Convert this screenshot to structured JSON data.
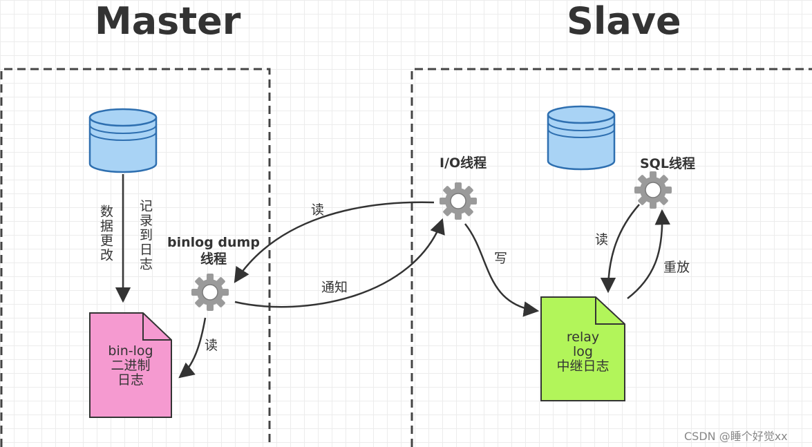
{
  "master": {
    "title": "Master",
    "edge_label_change": "数据更改",
    "edge_label_record": "记录到日志",
    "binlog_file_lines": [
      "bin-log",
      "二进制",
      "日志"
    ],
    "dump_thread_label": "binlog dump\n线程",
    "edge_label_read": "读"
  },
  "slave": {
    "title": "Slave",
    "io_thread_label": "I/O线程",
    "sql_thread_label": "SQL线程",
    "relay_file_lines": [
      "relay",
      "log",
      "中继日志"
    ],
    "edge_label_write": "写",
    "edge_label_read": "读",
    "edge_label_replay": "重放"
  },
  "cross": {
    "edge_label_read": "读",
    "edge_label_notify": "通知"
  },
  "watermark": "CSDN @睡个好觉xx",
  "colors": {
    "db_fill": "#a9d3f5",
    "db_stroke": "#2e6fb0",
    "binlog_fill": "#f59ad0",
    "relay_fill": "#b2f55a",
    "gear": "#9a9a9a",
    "border": "#444444"
  },
  "icons": [
    "database-icon",
    "gear-icon",
    "document-icon"
  ]
}
